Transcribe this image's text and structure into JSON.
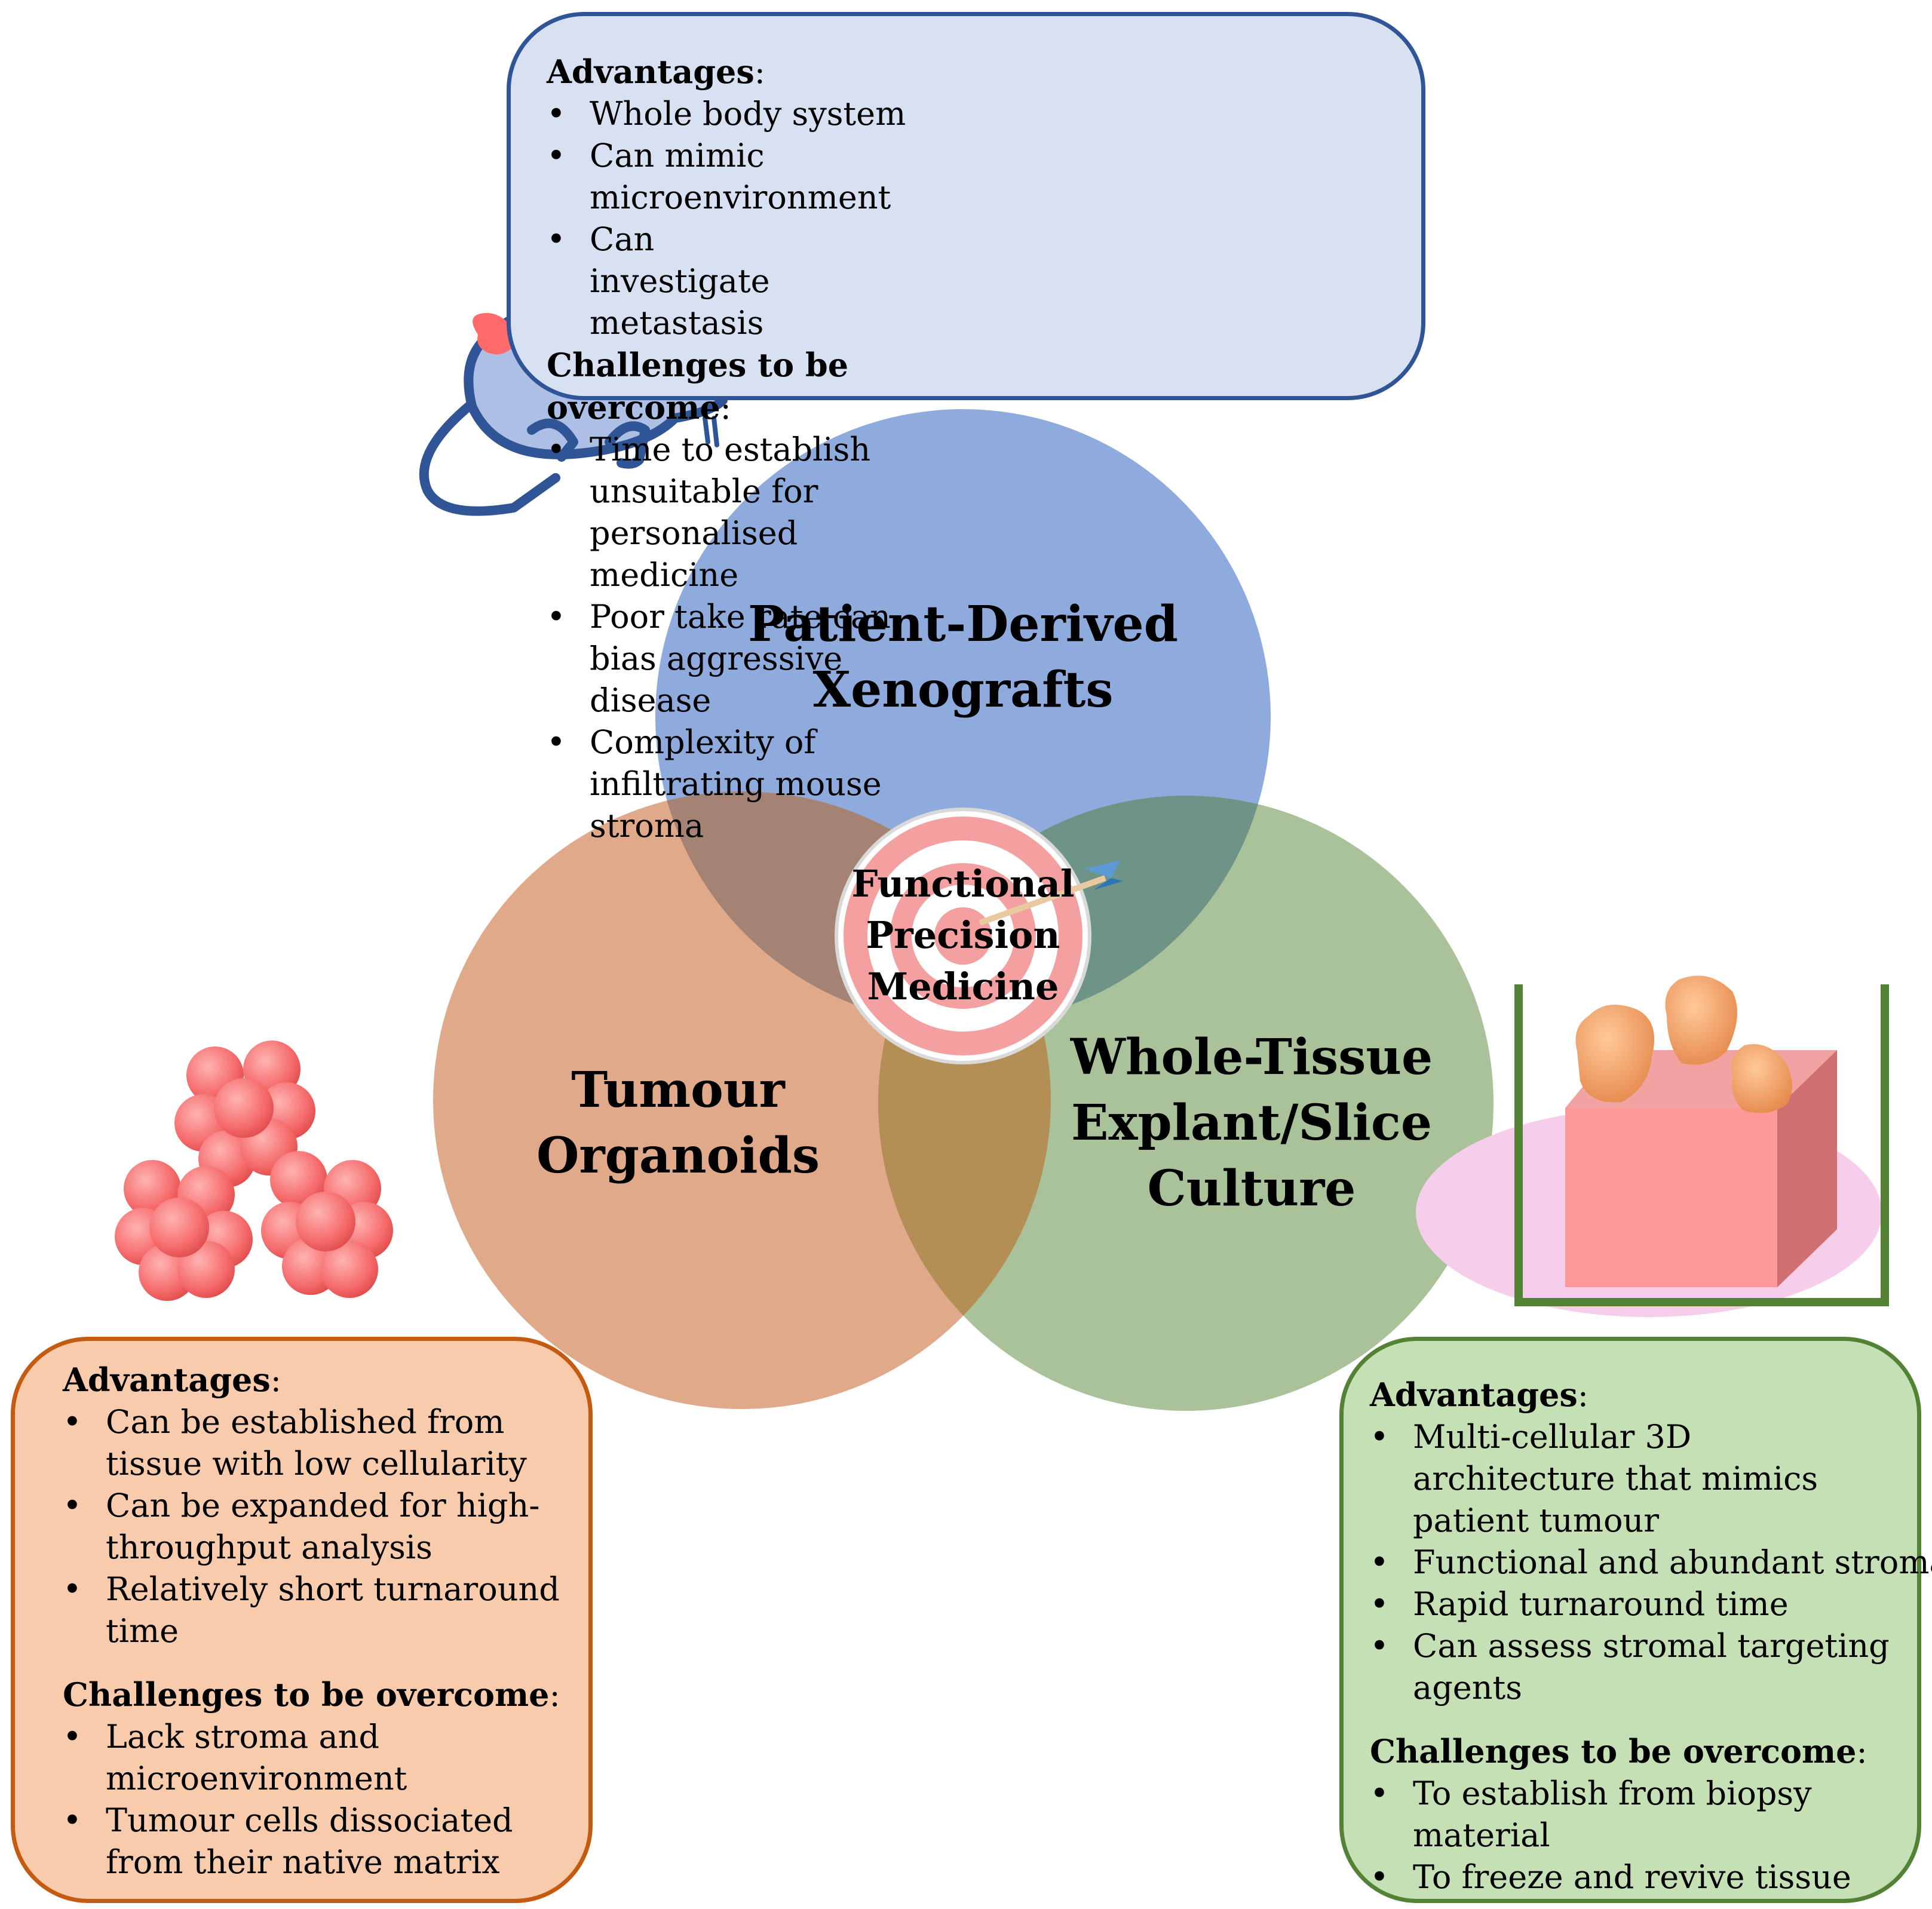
{
  "center": {
    "lines": [
      "Functional",
      "Precision",
      "Medicine"
    ]
  },
  "circles": {
    "pdx": {
      "lines": [
        "Patient-Derived",
        "Xenografts"
      ],
      "color": "#8faadc"
    },
    "organoids": {
      "lines": [
        "Tumour",
        "Organoids"
      ],
      "color": "#e0a98a"
    },
    "explant": {
      "lines": [
        "Whole-Tissue",
        "Explant/Slice",
        "Culture"
      ],
      "color": "#a9c29a"
    }
  },
  "pdx_box": {
    "advantages_heading": "Advantages",
    "advantages": [
      "Whole body system",
      "Can mimic microenvironment",
      "Can investigate metastasis"
    ],
    "challenges_heading": "Challenges to be overcome",
    "challenges": [
      "Time to establish unsuitable for personalised medicine",
      "Poor take rate can bias aggressive disease",
      "Complexity of infiltrating mouse stroma"
    ],
    "border_color": "#2f5597",
    "fill_color": "#d8e1f2"
  },
  "organoid_box": {
    "advantages_heading": "Advantages",
    "advantages": [
      "Can be established from tissue with low cellularity",
      "Can be expanded for high-throughput analysis",
      "Relatively short turnaround time"
    ],
    "challenges_heading": "Challenges to be overcome",
    "challenges": [
      "Lack stroma and microenvironment",
      "Tumour cells dissociated from their native matrix"
    ],
    "border_color": "#c55a11",
    "fill_color": "#f8cbad"
  },
  "explant_box": {
    "advantages_heading": "Advantages",
    "advantages": [
      "Multi-cellular 3D architecture that mimics patient tumour",
      "Functional and abundant stroma",
      "Rapid turnaround time",
      "Can assess stromal targeting agents"
    ],
    "challenges_heading": "Challenges to be overcome",
    "challenges": [
      "To establish from biopsy material",
      "To freeze and revive tissue"
    ],
    "border_color": "#548235",
    "fill_color": "#c5e0b4"
  },
  "icons": [
    "mouse-icon",
    "target-icon",
    "arrow-icon",
    "organoid-cluster-icon",
    "tissue-slice-well-icon"
  ]
}
